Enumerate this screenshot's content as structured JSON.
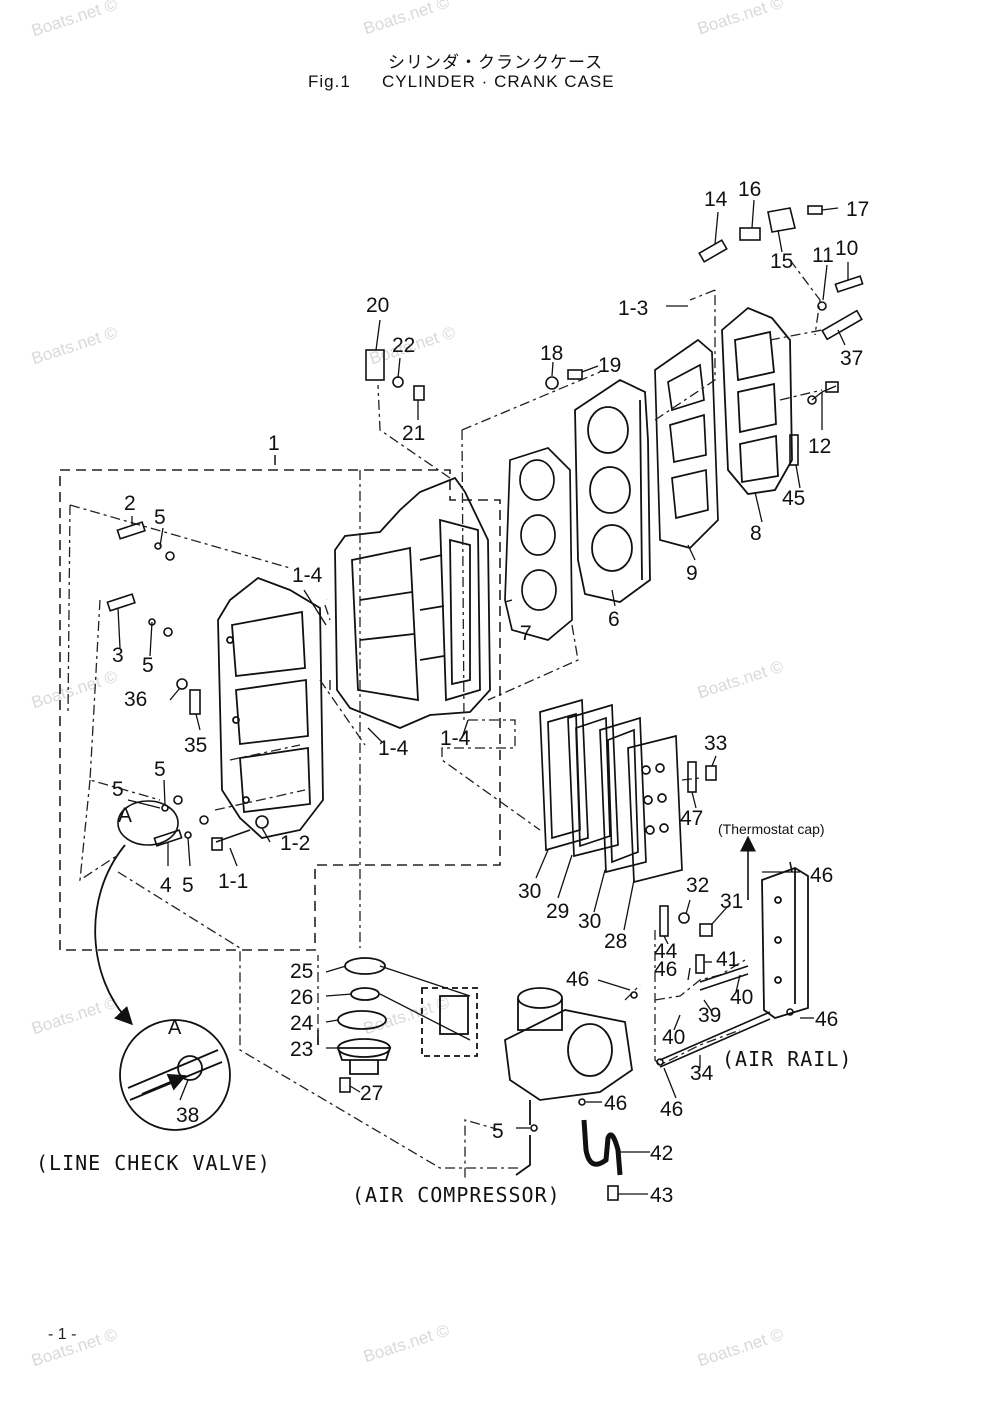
{
  "header": {
    "title_jp": "シリンダ・クランクケース",
    "fig_label": "Fig.1",
    "title_en": "CYLINDER · CRANK CASE"
  },
  "watermark": "Boats.net ©",
  "page_number": "- 1 -",
  "captions": {
    "line_check_valve": "(LINE CHECK VALVE)",
    "air_compressor": "(AIR COMPRESSOR)",
    "air_rail": "(AIR RAIL)",
    "thermostat_cap": "(Thermostat cap)",
    "detail_a": "A"
  },
  "part_labels": [
    "1",
    "1-1",
    "1-2",
    "1-3",
    "1-4",
    "1-4",
    "1-4",
    "1-4",
    "2",
    "3",
    "4",
    "5",
    "5",
    "5",
    "5",
    "5",
    "5",
    "5",
    "6",
    "7",
    "8",
    "9",
    "10",
    "11",
    "12",
    "14",
    "15",
    "16",
    "17",
    "18",
    "19",
    "20",
    "21",
    "22",
    "23",
    "24",
    "25",
    "26",
    "27",
    "28",
    "29",
    "30",
    "30",
    "31",
    "32",
    "33",
    "34",
    "35",
    "36",
    "37",
    "38",
    "39",
    "40",
    "40",
    "41",
    "42",
    "43",
    "44",
    "45",
    "46",
    "46",
    "46",
    "46",
    "46",
    "46",
    "47",
    "A"
  ]
}
